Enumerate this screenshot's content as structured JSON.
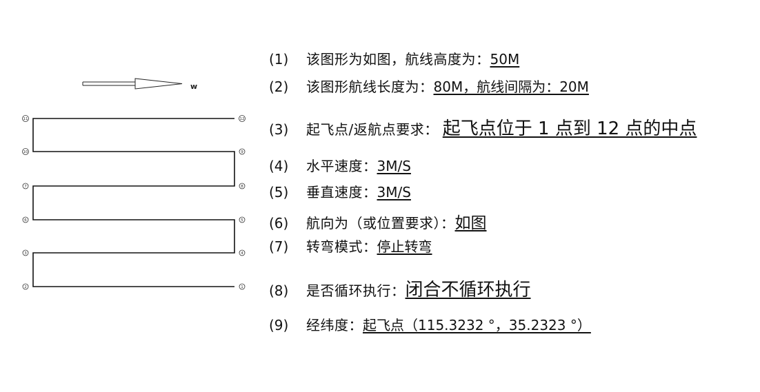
{
  "diagram": {
    "direction_label": "w",
    "waypoints": [
      "1",
      "2",
      "3",
      "4",
      "5",
      "6",
      "7",
      "8",
      "9",
      "10",
      "11",
      "12"
    ]
  },
  "specs": [
    {
      "num": "(1)",
      "label": "该图形为如图，航线高度为：",
      "value": "50M"
    },
    {
      "num": "(2)",
      "label": "该图形航线长度为：",
      "value": "80M，航线间隔为：20M"
    },
    {
      "num": "(3)",
      "label": "起飞点/返航点要求：",
      "value": "起飞点位于 1 点到 12 点的中点"
    },
    {
      "num": "(4)",
      "label": "水平速度：",
      "value": "3M/S"
    },
    {
      "num": "(5)",
      "label": "垂直速度：",
      "value": "3M/S"
    },
    {
      "num": "(6)",
      "label": "航向为（或位置要求）：",
      "value": "如图"
    },
    {
      "num": "(7)",
      "label": "转弯模式：",
      "value": "停止转弯"
    },
    {
      "num": "(8)",
      "label": "是否循环执行：",
      "value": "闭合不循环执行"
    },
    {
      "num": "(9)",
      "label": "经纬度：",
      "value": "起飞点（115.3232 °，35.2323 °）"
    }
  ]
}
